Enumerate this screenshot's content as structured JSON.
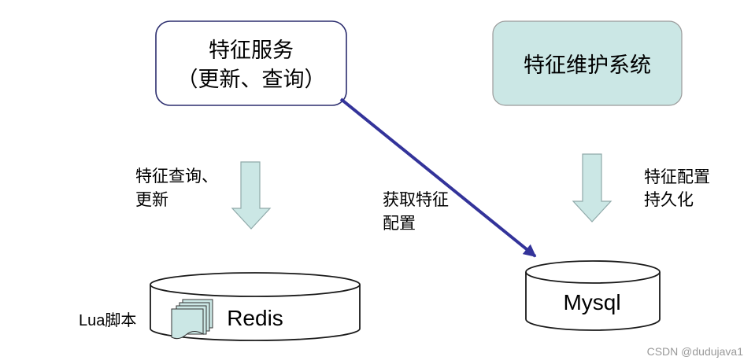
{
  "nodes": {
    "feature_service": {
      "title": "特征服务",
      "subtitle": "（更新、查询）"
    },
    "feature_maintenance": {
      "title": "特征维护系统"
    }
  },
  "edges": {
    "query_update": {
      "line1": "特征查询、",
      "line2": "更新"
    },
    "fetch_config": {
      "line1": "获取特征",
      "line2": "配置"
    },
    "persist_config": {
      "line1": "特征配置",
      "line2": "持久化"
    }
  },
  "stores": {
    "redis": {
      "label": "Redis",
      "script_note": "Lua脚本",
      "icon": "document-stack-icon"
    },
    "mysql": {
      "label": "Mysql"
    }
  },
  "watermark": "CSDN @dudujava1",
  "colors": {
    "service_fill": "#ffffff",
    "service_border": "#2b2d6e",
    "maintenance_fill": "#cbe7e5",
    "maintenance_border": "#9a9a9a",
    "flow_arrow_fill": "#cbe7e5",
    "flow_arrow_border": "#8fa9a9",
    "connector": "#33339a",
    "store_fill": "#ffffff",
    "store_border": "#1a1a1a",
    "document_fill": "#cbe7e5",
    "document_border": "#333333",
    "text": "#000000",
    "watermark": "#999999"
  }
}
